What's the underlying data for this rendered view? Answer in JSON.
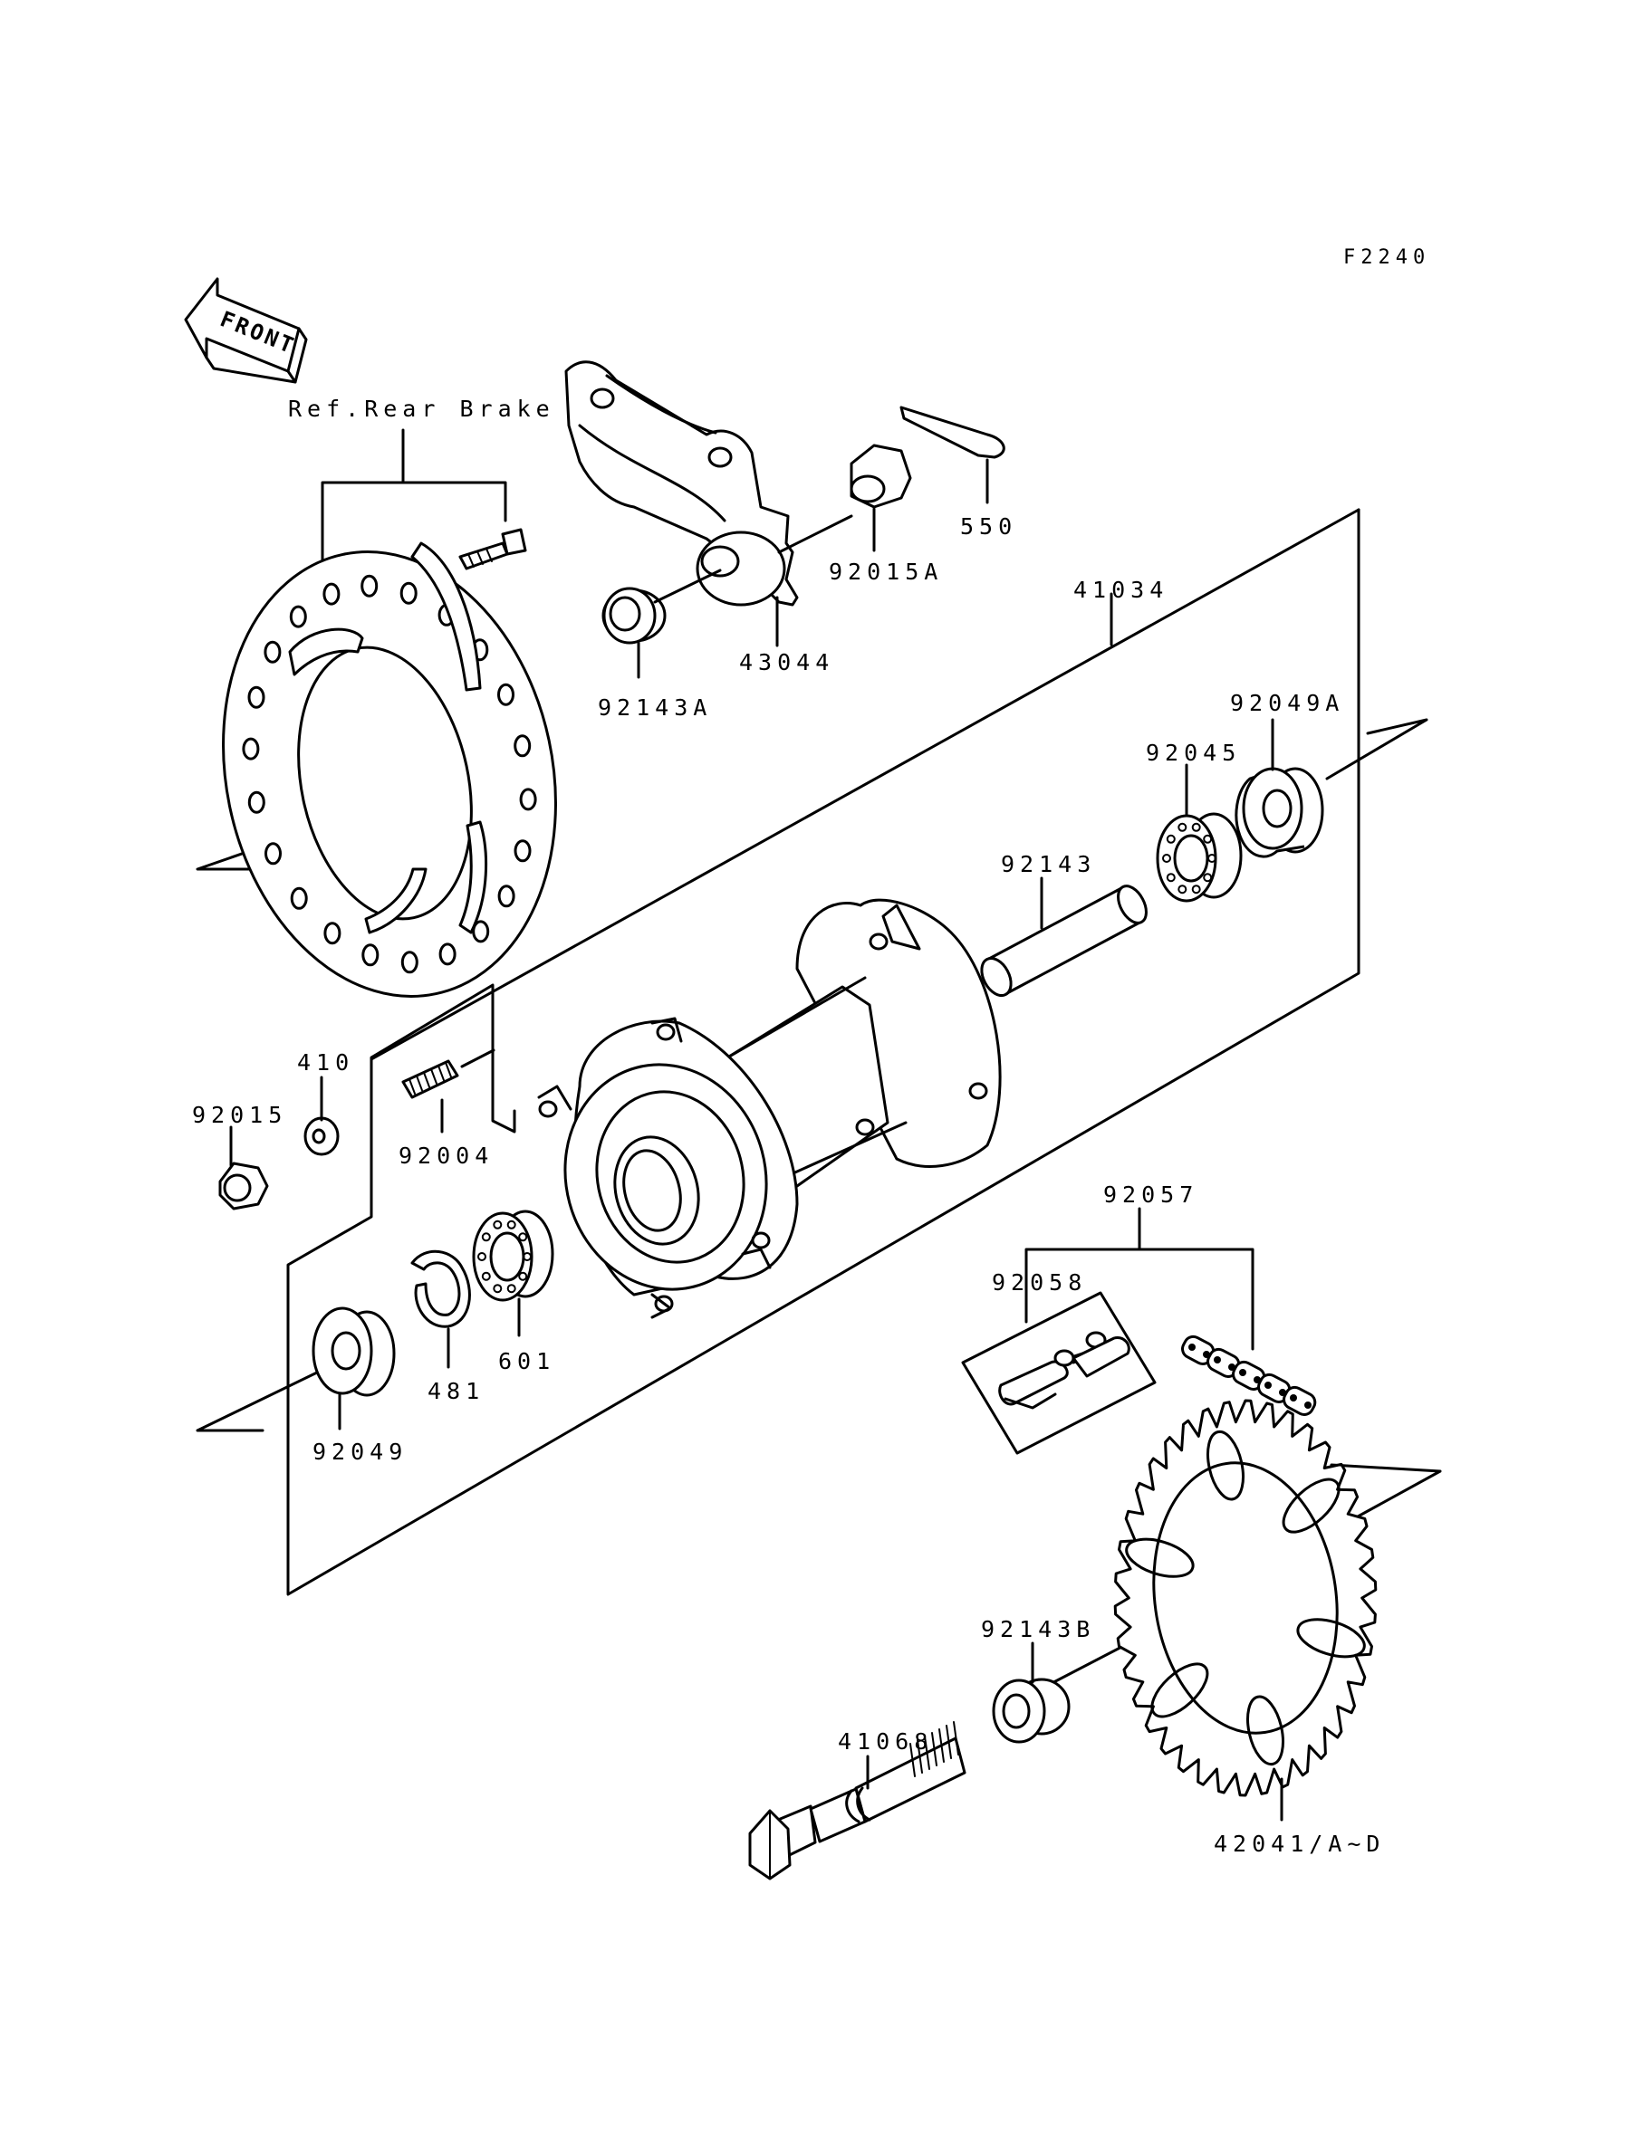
{
  "diagram": {
    "figure_code": "F2240",
    "front_label": "FRONT",
    "callouts": [
      {
        "id": "ref_rear_brake",
        "text": "Ref.Rear Brake"
      },
      {
        "id": "p550",
        "text": "550"
      },
      {
        "id": "p92015A",
        "text": "92015A"
      },
      {
        "id": "p43044",
        "text": "43044"
      },
      {
        "id": "p92143A",
        "text": "92143A"
      },
      {
        "id": "p41034",
        "text": "41034"
      },
      {
        "id": "p92049A",
        "text": "92049A"
      },
      {
        "id": "p92045",
        "text": "92045"
      },
      {
        "id": "p92143",
        "text": "92143"
      },
      {
        "id": "p410",
        "text": "410"
      },
      {
        "id": "p92015",
        "text": "92015"
      },
      {
        "id": "p92004",
        "text": "92004"
      },
      {
        "id": "p601",
        "text": "601"
      },
      {
        "id": "p481",
        "text": "481"
      },
      {
        "id": "p92049",
        "text": "92049"
      },
      {
        "id": "p92057",
        "text": "92057"
      },
      {
        "id": "p92058",
        "text": "92058"
      },
      {
        "id": "p92143B",
        "text": "92143B"
      },
      {
        "id": "p41068",
        "text": "41068"
      },
      {
        "id": "p42041",
        "text": "42041/A~D"
      }
    ]
  }
}
